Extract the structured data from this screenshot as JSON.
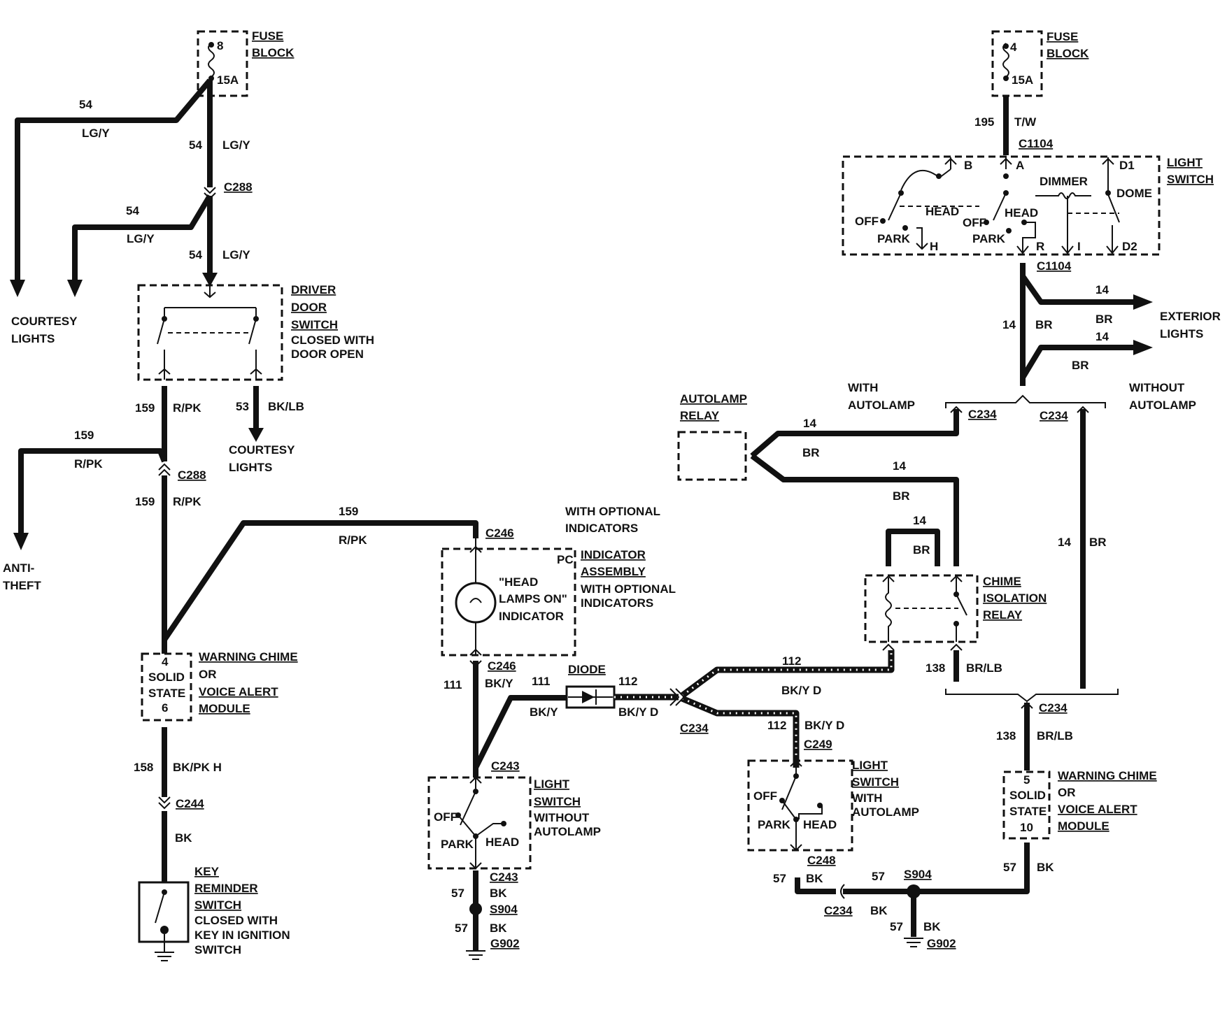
{
  "fuse_block_left": {
    "title1": "FUSE",
    "title2": "BLOCK",
    "fuse_no": "8",
    "rating": "15A"
  },
  "fuse_block_right": {
    "title1": "FUSE",
    "title2": "BLOCK",
    "fuse_no": "4",
    "rating": "15A"
  },
  "wires_left": {
    "w54a": "54",
    "lgy_a": "LG/Y",
    "w54b": "54",
    "lgy_b": "LG/Y",
    "w54c": "54",
    "lgy_c": "LG/Y",
    "w54d": "54",
    "lgy_d": "LG/Y",
    "w159a": "159",
    "rpk_a": "R/PK",
    "w53": "53",
    "bklb": "BK/LB",
    "w159b": "159",
    "rpk_b": "R/PK",
    "w159c": "159",
    "rpk_c": "R/PK",
    "w159d": "159",
    "rpk_d": "R/PK",
    "w158": "158",
    "bkpkh": "BK/PK H",
    "bk_a": "BK"
  },
  "connectors": {
    "c288a": "C288",
    "c288b": "C288",
    "c246a": "C246",
    "c246b": "C246",
    "c244": "C244",
    "c243a": "C243",
    "c243b": "C243",
    "c1104a": "C1104",
    "c1104b": "C1104",
    "c234a": "C234",
    "c234b": "C234",
    "c234c": "C234",
    "c234d": "C234",
    "c234e": "C234",
    "c249": "C249",
    "c248": "C248",
    "s904a": "S904",
    "s904b": "S904",
    "g902a": "G902",
    "g902b": "G902"
  },
  "labels": {
    "courtesy_left": [
      "COURTESY",
      "LIGHTS"
    ],
    "courtesy_mid": [
      "COURTESY",
      "LIGHTS"
    ],
    "anti_theft": [
      "ANTI-",
      "THEFT"
    ],
    "driver_door": [
      "DRIVER",
      "DOOR",
      "SWITCH"
    ],
    "driver_door_note": [
      "CLOSED WITH",
      "DOOR OPEN"
    ],
    "chime_left": [
      "WARNING CHIME",
      "OR",
      "VOICE ALERT",
      "MODULE"
    ],
    "chime_left_pins": [
      "4",
      "SOLID",
      "STATE",
      "6"
    ],
    "key_reminder": [
      "KEY",
      "REMINDER",
      "SWITCH"
    ],
    "key_reminder_note": [
      "CLOSED WITH",
      "KEY IN IGNITION",
      "SWITCH"
    ],
    "optional": [
      "WITH OPTIONAL",
      "INDICATORS"
    ],
    "indicator": [
      "INDICATOR",
      "ASSEMBLY"
    ],
    "indicator_note": [
      "WITH OPTIONAL",
      "INDICATORS"
    ],
    "head_lamps": [
      "\"HEAD",
      "LAMPS ON\"",
      "INDICATOR"
    ],
    "pc": "PC",
    "diode": "DIODE",
    "light_switch_mid": [
      "LIGHT",
      "SWITCH"
    ],
    "light_switch_mid_note": [
      "WITHOUT",
      "AUTOLAMP"
    ],
    "light_switch_auto": [
      "LIGHT",
      "SWITCH"
    ],
    "light_switch_auto_note": [
      "WITH",
      "AUTOLAMP"
    ],
    "light_switch_top": [
      "LIGHT",
      "SWITCH"
    ],
    "autolamp_relay": [
      "AUTOLAMP",
      "RELAY"
    ],
    "with_autolamp": [
      "WITH",
      "AUTOLAMP"
    ],
    "without_autolamp": [
      "WITHOUT",
      "AUTOLAMP"
    ],
    "exterior": [
      "EXTERIOR",
      "LIGHTS"
    ],
    "chime_iso": [
      "CHIME",
      "ISOLATION",
      "RELAY"
    ],
    "chime_right": [
      "WARNING CHIME",
      "OR",
      "VOICE ALERT",
      "MODULE"
    ],
    "chime_right_pins": [
      "5",
      "SOLID",
      "STATE",
      "10"
    ],
    "sw_off": "OFF",
    "sw_park": "PARK",
    "sw_head": "HEAD",
    "dimmer": "DIMMER",
    "dome": "DOME",
    "pin_b": "B",
    "pin_a": "A",
    "pin_d1": "D1",
    "pin_h": "H",
    "pin_r": "R",
    "pin_i": "I",
    "pin_d2": "D2"
  },
  "wires_mid": {
    "w111a": "111",
    "bky_a": "BK/Y",
    "w111b": "111",
    "bky_b": "BK/Y",
    "w112a": "112",
    "bkyd_a": "BK/Y D",
    "w57a": "57",
    "bk_b": "BK",
    "w57b": "57",
    "bk_c": "BK"
  },
  "wires_right": {
    "w195": "195",
    "tw": "T/W",
    "w14a": "14",
    "br_a": "BR",
    "w14b": "14",
    "br_b": "BR",
    "w14c": "14",
    "br_c": "BR",
    "w14d": "14",
    "br_d": "BR",
    "w14e": "14",
    "br_e": "BR",
    "w14f": "14",
    "br_f": "BR",
    "w14g": "14",
    "br_g": "BR",
    "w112b": "112",
    "bkyd_b": "BK/Y D",
    "w112c": "112",
    "bkyd_c": "BK/Y D",
    "w138a": "138",
    "brlb_a": "BR/LB",
    "w138b": "138",
    "brlb_b": "BR/LB",
    "w57c": "57",
    "bk_d": "BK",
    "bk_e": "BK",
    "w57d": "57",
    "bk_f": "BK",
    "w57e": "57",
    "bk_g": "BK"
  }
}
